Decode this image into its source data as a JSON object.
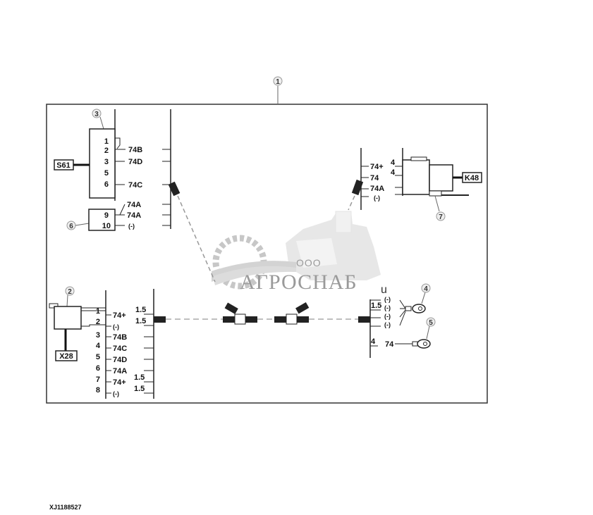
{
  "figure_id": "XJ1188527",
  "callouts": {
    "c1": "1",
    "c2": "2",
    "c3": "3",
    "c4": "4",
    "c5": "5",
    "c6": "6",
    "c7": "7"
  },
  "components": {
    "s61": "S61",
    "k48": "K48",
    "x28": "X28"
  },
  "connector3": {
    "pins": [
      "1",
      "2",
      "3",
      "5",
      "6"
    ],
    "wires": [
      "74B",
      "74D",
      "74C"
    ]
  },
  "connector6": {
    "pins": [
      "9",
      "10"
    ],
    "wires": [
      "74A",
      "74A",
      "(-)"
    ]
  },
  "connector2": {
    "pins": [
      "1",
      "2",
      "3",
      "4",
      "5",
      "6",
      "7",
      "8"
    ],
    "wires": [
      "74+",
      "(-)",
      "74B",
      "74C",
      "74D",
      "74A",
      "74+",
      "(-)"
    ],
    "gauges": [
      "1.5",
      "1.5",
      "1.5",
      "1.5"
    ]
  },
  "relay7": {
    "wires": [
      "74+",
      "74",
      "74A",
      "(-)"
    ],
    "pins": [
      "4",
      "4"
    ]
  },
  "ground": {
    "gauge": "1.5",
    "wires": [
      "(-)",
      "(-)",
      "(-)",
      "(-)"
    ],
    "gauge2": "4",
    "wire74": "74"
  },
  "watermark": {
    "small": "ООО",
    "big": "АГРОСНАБ",
    "suffix": "u"
  }
}
